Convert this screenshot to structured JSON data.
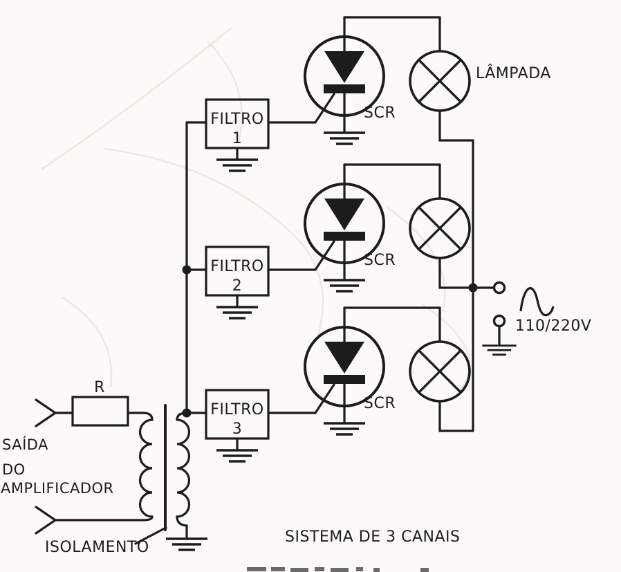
{
  "diagram": {
    "type": "schematic",
    "caption": "SISTEMA DE 3 CANAIS",
    "colors": {
      "ink": "#1c1c1c",
      "paper": "#fbfaf6"
    },
    "channels": [
      {
        "filter_name": "FILTRO",
        "number": "1",
        "scr": "SCR"
      },
      {
        "filter_name": "FILTRO",
        "number": "2",
        "scr": "SCR"
      },
      {
        "filter_name": "FILTRO",
        "number": "3",
        "scr": "SCR"
      }
    ],
    "lamp_label": "LÂMPADA",
    "mains_voltage": "110/220V",
    "resistor_label": "R",
    "input_label": {
      "line1": "SAÍDA",
      "line2": "DO",
      "line3": "AMPLIFICADOR"
    },
    "transformer_label": "ISOLAMENTO"
  }
}
